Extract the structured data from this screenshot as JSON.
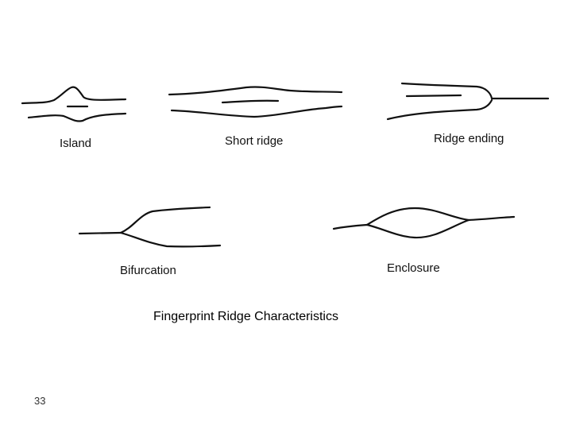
{
  "figures": [
    {
      "id": "island",
      "label": "Island"
    },
    {
      "id": "short-ridge",
      "label": "Short ridge"
    },
    {
      "id": "ridge-ending",
      "label": "Ridge ending"
    },
    {
      "id": "bifurcation",
      "label": "Bifurcation"
    },
    {
      "id": "enclosure",
      "label": "Enclosure"
    }
  ],
  "caption": "Fingerprint Ridge Characteristics",
  "slide_number": "33"
}
